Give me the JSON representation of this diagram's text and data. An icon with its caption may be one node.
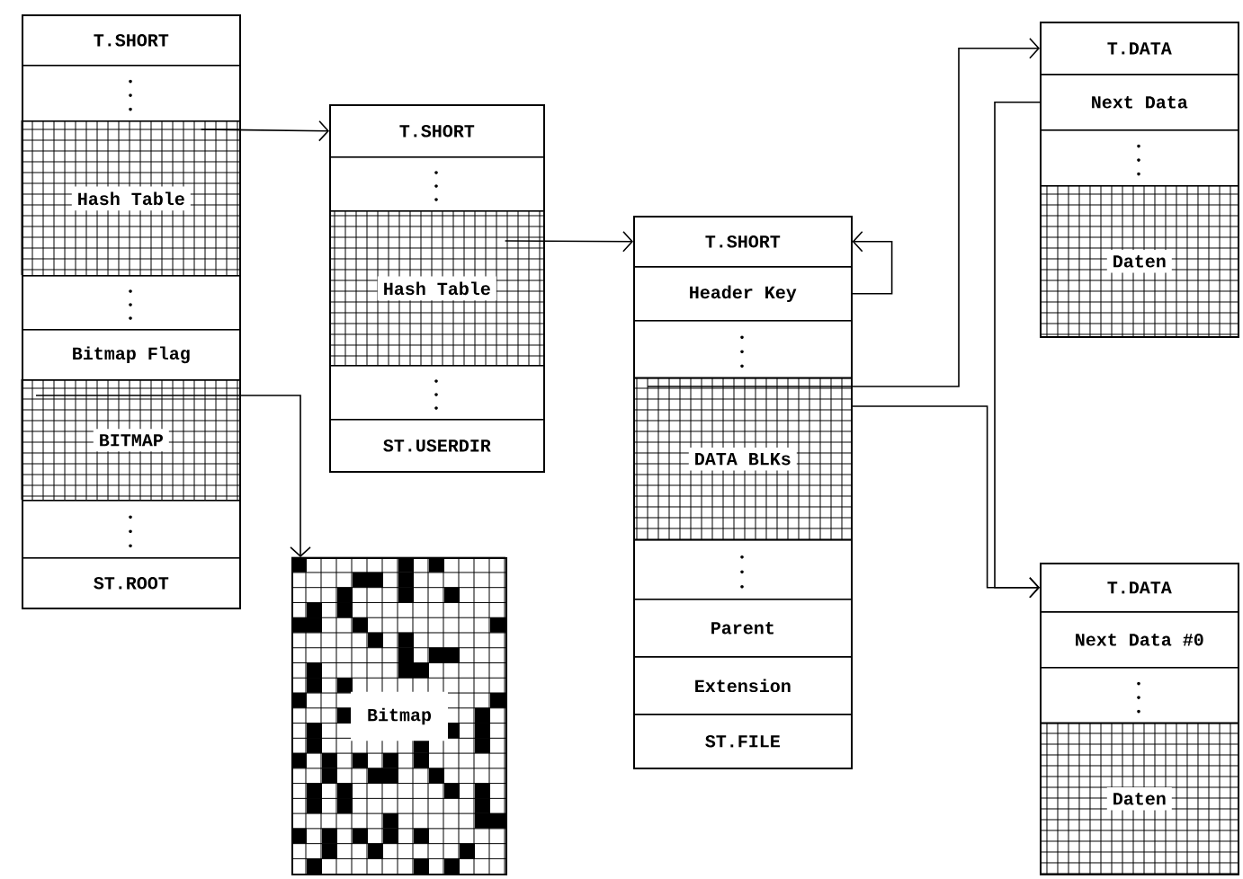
{
  "diagram": {
    "nodes": [
      {
        "text": [],
        "shape": "box"
      },
      {
        "text": [
          "T.SHORT"
        ],
        "in": 0
      },
      {
        "text": [
          "Hash Table"
        ],
        "in": 0
      },
      {
        "text": [
          "Bitmap Flag"
        ],
        "in": 0
      },
      {
        "text": [
          "BITMAP"
        ],
        "in": 0
      },
      {
        "text": [
          "ST.ROOT"
        ],
        "in": 0
      },
      {
        "text": [],
        "shape": "box"
      },
      {
        "text": [
          "T.SHORT"
        ],
        "in": 6
      },
      {
        "text": [
          "Hash Table"
        ],
        "in": 6
      },
      {
        "text": [
          "ST.USERDIR"
        ],
        "in": 6
      },
      {
        "text": [],
        "shape": "box"
      },
      {
        "text": [
          "T.SHORT"
        ],
        "in": 10
      },
      {
        "text": [
          "Header Key"
        ],
        "in": 10
      },
      {
        "text": [
          "DATA BLKs"
        ],
        "in": 10
      },
      {
        "text": [
          "Parent"
        ],
        "in": 10
      },
      {
        "text": [
          "Extension"
        ],
        "in": 10
      },
      {
        "text": [
          "ST.FILE"
        ],
        "in": 10
      },
      {
        "text": [],
        "shape": "box"
      },
      {
        "text": [
          "T.DATA"
        ],
        "in": 17
      },
      {
        "text": [
          "Next Data"
        ],
        "in": 17
      },
      {
        "text": [
          "Daten"
        ],
        "in": 17
      },
      {
        "text": [],
        "shape": "box"
      },
      {
        "text": [
          "T.DATA"
        ],
        "in": 21
      },
      {
        "text": [
          "Next Data #0"
        ],
        "in": 21
      },
      {
        "text": [
          "Daten"
        ],
        "in": 21
      },
      {
        "text": [
          "Bitmap"
        ]
      },
      {
        "text": [],
        "shape": "box",
        "in": 0
      },
      {
        "text": [],
        "shape": "box",
        "in": 0
      },
      {
        "text": [],
        "shape": "box",
        "in": 0
      },
      {
        "text": [],
        "shape": "box",
        "in": 6
      },
      {
        "text": [],
        "shape": "box",
        "in": 6
      },
      {
        "text": [],
        "shape": "box",
        "in": 10
      },
      {
        "text": [],
        "shape": "box",
        "in": 10
      },
      {
        "text": [],
        "shape": "box",
        "in": 17
      },
      {
        "text": [],
        "shape": "box",
        "in": 21
      }
    ],
    "edges": [
      {
        "from": 2,
        "to": 7,
        "arrow": "to"
      },
      {
        "from": 8,
        "to": 11,
        "arrow": "to"
      },
      {
        "from": 12,
        "to": 11,
        "arrow": "to"
      },
      {
        "from": 13,
        "to": 18,
        "arrow": "to"
      },
      {
        "from": 13,
        "to": 22,
        "arrow": "to"
      },
      {
        "from": 19,
        "to": 22,
        "arrow": "to"
      },
      {
        "from": 4,
        "to": 25,
        "arrow": "to"
      }
    ]
  }
}
